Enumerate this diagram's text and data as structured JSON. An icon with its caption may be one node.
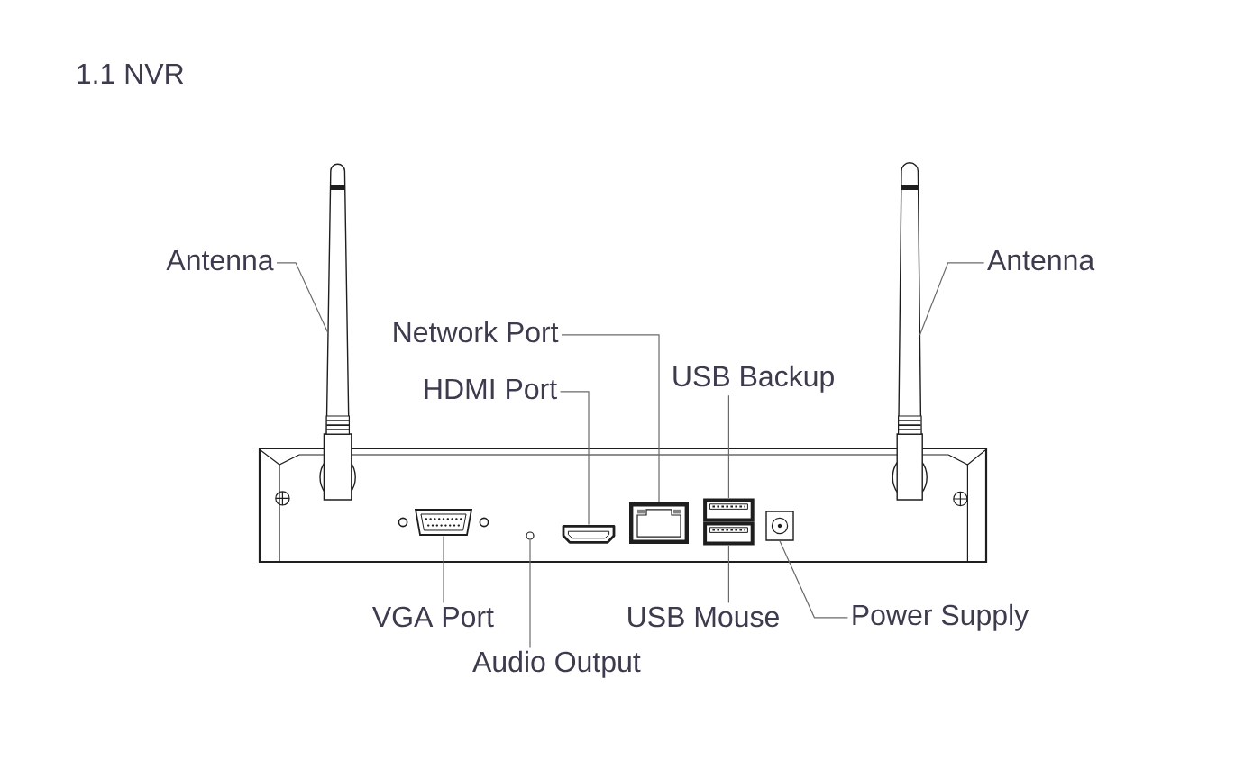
{
  "diagram": {
    "title": "1.1 NVR",
    "nodes": [
      {
        "text": [
          "Antenna"
        ]
      },
      {
        "text": [],
        "shape": "picture"
      },
      {
        "text": [
          "Antenna"
        ]
      },
      {
        "text": [],
        "shape": "picture"
      },
      {
        "text": [
          "Network Port"
        ]
      },
      {
        "text": [],
        "shape": "picture"
      },
      {
        "text": [
          "USB Backup"
        ]
      },
      {
        "text": [],
        "shape": "picture"
      },
      {
        "text": [
          "HDMI Port"
        ]
      },
      {
        "text": [],
        "shape": "picture"
      },
      {
        "text": [
          "VGA Port"
        ]
      },
      {
        "text": [],
        "shape": "picture"
      },
      {
        "text": [
          "USB Mouse"
        ]
      },
      {
        "text": [],
        "shape": "picture"
      },
      {
        "text": [
          "Power Supply"
        ]
      },
      {
        "text": [],
        "shape": "picture"
      },
      {
        "text": [
          "Audio Output"
        ]
      },
      {
        "text": [],
        "shape": "circle"
      }
    ],
    "edges": [
      {
        "from": 0,
        "to": 1,
        "arrow": "none"
      },
      {
        "from": 2,
        "to": 3,
        "arrow": "none"
      },
      {
        "from": 4,
        "to": 5,
        "arrow": "none"
      },
      {
        "from": 6,
        "to": 7,
        "arrow": "none"
      },
      {
        "from": 8,
        "to": 9,
        "arrow": "none"
      },
      {
        "from": 10,
        "to": 11,
        "arrow": "none"
      },
      {
        "from": 12,
        "to": 13,
        "arrow": "none"
      },
      {
        "from": 14,
        "to": 15,
        "arrow": "none"
      },
      {
        "from": 16,
        "to": 17,
        "arrow": "none"
      }
    ]
  }
}
